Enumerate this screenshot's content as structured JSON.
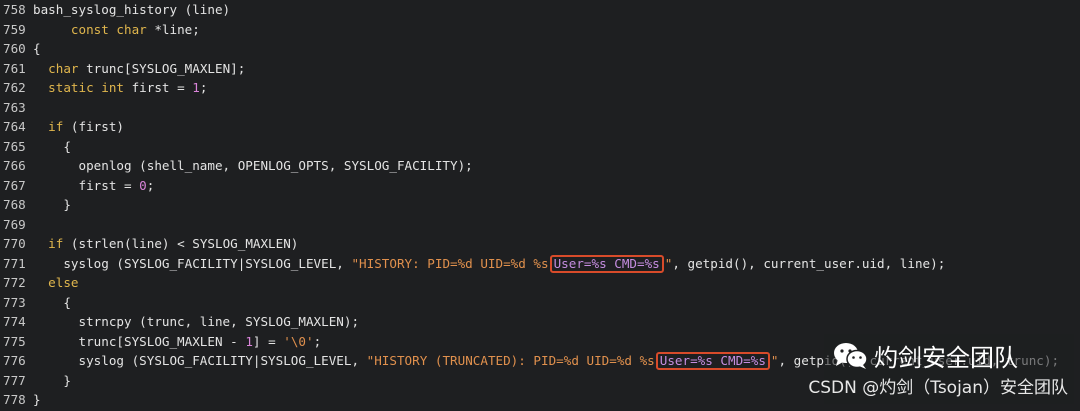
{
  "editor": {
    "lines": [
      {
        "n": "758",
        "text": "bash_syslog_history (line)"
      },
      {
        "n": "759",
        "pre": "     ",
        "kw": "const char",
        "post": " *line;"
      },
      {
        "n": "760",
        "text": "{"
      },
      {
        "n": "761",
        "pre": "  ",
        "kw": "char",
        "post": " trunc[SYSLOG_MAXLEN];"
      },
      {
        "n": "762",
        "pre": "  ",
        "kw": "static int",
        "post": " first = ",
        "num": "1",
        "end": ";"
      },
      {
        "n": "763",
        "text": ""
      },
      {
        "n": "764",
        "pre": "  ",
        "kw": "if",
        "post": " (first)"
      },
      {
        "n": "765",
        "text": "    {"
      },
      {
        "n": "766",
        "text": "      openlog (shell_name, OPENLOG_OPTS, SYSLOG_FACILITY);"
      },
      {
        "n": "767",
        "pre": "      first = ",
        "num": "0",
        "end": ";"
      },
      {
        "n": "768",
        "text": "    }"
      },
      {
        "n": "769",
        "text": ""
      },
      {
        "n": "770",
        "pre": "  ",
        "kw": "if",
        "post": " (strlen(line) < SYSLOG_MAXLEN)"
      },
      {
        "n": "771",
        "pre": "    syslog (SYSLOG_FACILITY|SYSLOG_LEVEL, ",
        "str1": "\"HISTORY: PID=%d UID=%d %s",
        "boxed": "User=%s CMD=%s",
        "str2": "\"",
        "end": ", getpid(), current_user.uid, line);"
      },
      {
        "n": "772",
        "pre": "  ",
        "kw": "else",
        "post": ""
      },
      {
        "n": "773",
        "text": "    {"
      },
      {
        "n": "774",
        "text": "      strncpy (trunc, line, SYSLOG_MAXLEN);"
      },
      {
        "n": "775",
        "pre": "      trunc[SYSLOG_MAXLEN - ",
        "num": "1",
        "end": "] = ",
        "chr": "'\\0'",
        "end2": ";"
      },
      {
        "n": "776",
        "pre": "      syslog (SYSLOG_FACILITY|SYSLOG_LEVEL, ",
        "str1": "\"HISTORY (TRUNCATED): PID=%d UID=%d %s",
        "boxed": "User=%s CMD=%s",
        "str2": "\"",
        "end": ", getpid(), current_user.uid, trunc);"
      },
      {
        "n": "777",
        "text": "    }"
      },
      {
        "n": "778",
        "text": "}"
      }
    ]
  },
  "watermark": {
    "title": "灼剑安全团队",
    "caption": "CSDN @灼剑（Tsojan）安全团队",
    "icon": "wechat-icon"
  },
  "colors": {
    "background": "#1e1f21",
    "keyword": "#e0b64d",
    "string": "#e0904d",
    "number": "#d984d9",
    "highlight_box": "#d84b2a"
  }
}
